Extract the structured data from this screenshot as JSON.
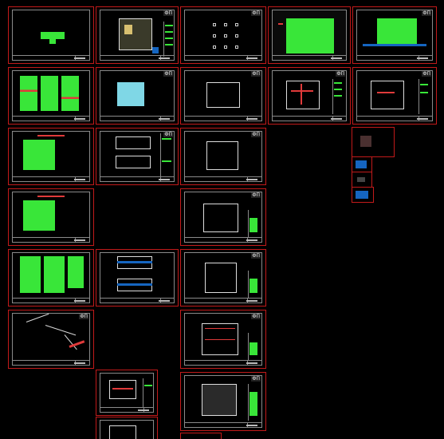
{
  "sheet_tags": {
    "top_row_2": "ФП",
    "top_row_3": "ФП",
    "top_row_5": "ФП",
    "row2_3": "ФП",
    "row2_4": "ФП",
    "row2_5": "ФП",
    "row2_6": "ФП",
    "row3_2": "ФП",
    "row3_3": "ФП",
    "row4_3": "ФП",
    "row5_3": "ФП",
    "row6_1": "ФП",
    "row6_3": "ФП",
    "row7_3": "ФП"
  },
  "colors": {
    "background": "#000000",
    "sheet_border": "#c21a1a",
    "text_green": "#39e639",
    "line_white": "#d9d9d9",
    "accent_cyan": "#7fd7e6",
    "accent_blue": "#1565c0"
  }
}
